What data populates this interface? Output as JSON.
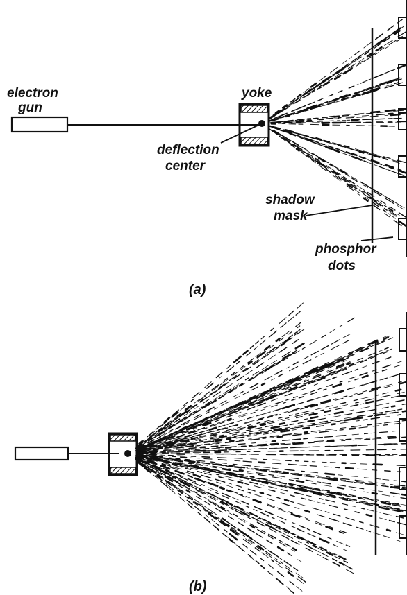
{
  "diagram_a": {
    "caption": "(a)",
    "labels": {
      "electron_gun": [
        "electron",
        "gun"
      ],
      "yoke": "yoke",
      "deflection_center": [
        "deflection",
        "center"
      ],
      "shadow_mask": [
        "shadow",
        "mask"
      ],
      "phosphor_dots": [
        "phosphor",
        "dots"
      ]
    }
  },
  "diagram_b": {
    "caption": "(b)"
  },
  "colors": {
    "ink": "#111111",
    "paper": "#ffffff"
  }
}
